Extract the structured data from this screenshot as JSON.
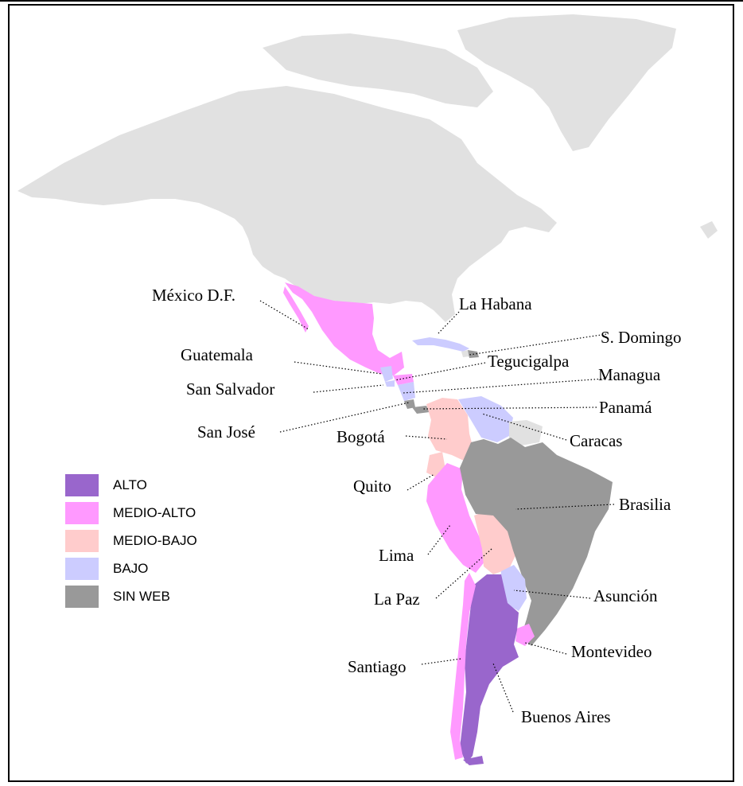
{
  "legend": {
    "items": [
      {
        "label": "ALTO",
        "color": "#9966cc"
      },
      {
        "label": "MEDIO-ALTO",
        "color": "#ff99ff"
      },
      {
        "label": "MEDIO-BAJO",
        "color": "#ffcccc"
      },
      {
        "label": "BAJO",
        "color": "#ccccff"
      },
      {
        "label": "SIN WEB",
        "color": "#999999"
      }
    ]
  },
  "cities": {
    "mexico": "México D.F.",
    "la_habana": "La Habana",
    "s_domingo": "S. Domingo",
    "guatemala": "Guatemala",
    "tegucigalpa": "Tegucigalpa",
    "san_salvador": "San Salvador",
    "managua": "Managua",
    "san_jose": "San José",
    "panama": "Panamá",
    "bogota": "Bogotá",
    "caracas": "Caracas",
    "quito": "Quito",
    "brasilia": "Brasilia",
    "lima": "Lima",
    "la_paz": "La Paz",
    "asuncion": "Asunción",
    "montevideo": "Montevideo",
    "santiago": "Santiago",
    "buenos_aires": "Buenos Aires"
  },
  "colors": {
    "land": "#e1e1e1",
    "alto": "#9966cc",
    "medio_alto": "#ff99ff",
    "medio_bajo": "#ffcccc",
    "bajo": "#ccccff",
    "sin_web": "#999999"
  }
}
